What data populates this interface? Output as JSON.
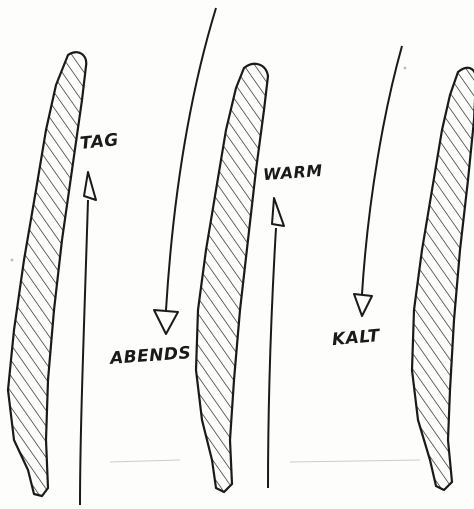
{
  "labels": {
    "tag": "TAG",
    "warm": "WARM",
    "abends": "ABENDS",
    "kalt": "KALT"
  },
  "colors": {
    "ink": "#1a1a1a",
    "paper": "#fdfdfc"
  },
  "flows": [
    {
      "label_key": "tag",
      "direction": "up"
    },
    {
      "label_key": "abends",
      "direction": "down"
    },
    {
      "label_key": "warm",
      "direction": "up"
    },
    {
      "label_key": "kalt",
      "direction": "down"
    }
  ]
}
